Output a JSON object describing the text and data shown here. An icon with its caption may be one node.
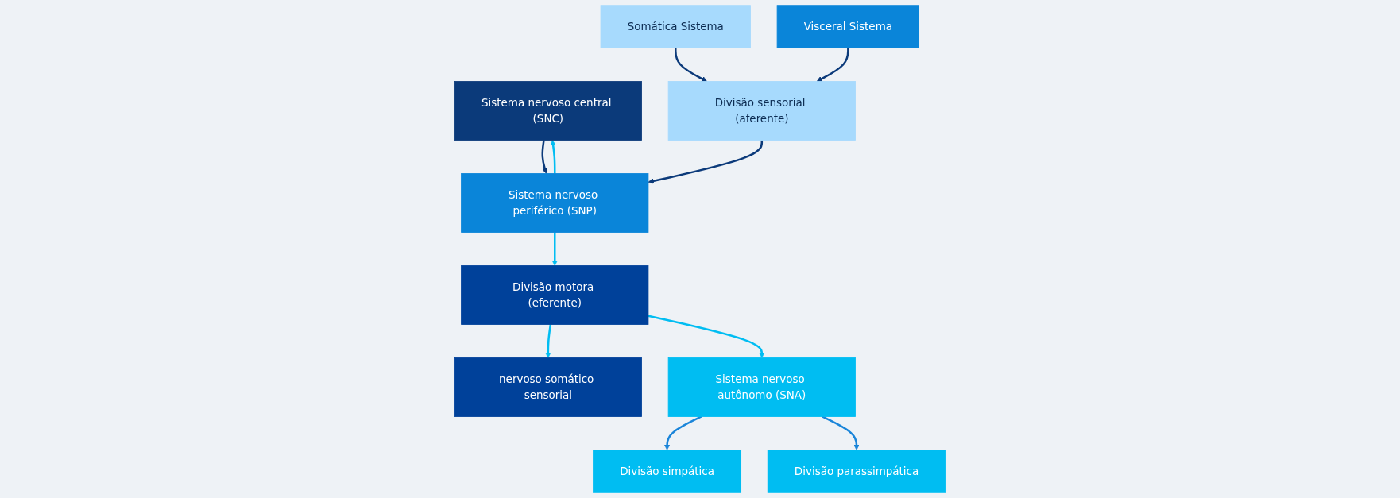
{
  "diagram": {
    "nodes": [
      {
        "text": [
          "Sistema nervoso central (SNC)"
        ]
      },
      {
        "text": [
          "Sistema nervoso periférico (SNP)"
        ]
      },
      {
        "text": [
          "Divisão sensorial (aferente)"
        ]
      },
      {
        "text": [
          "Divisão motora (eferente)"
        ]
      },
      {
        "text": [
          "Somática Sistema"
        ]
      },
      {
        "text": [
          "Visceral Sistema"
        ]
      },
      {
        "text": [
          "nervoso somático sensorial"
        ]
      },
      {
        "text": [
          "Sistema nervoso autônomo (SNA)"
        ]
      },
      {
        "text": [
          "Divisão simpática"
        ]
      },
      {
        "text": [
          "Divisão parassimpática"
        ]
      }
    ],
    "edges": [
      {
        "from": 0,
        "to": 1,
        "arrow": "to",
        "color": "#0b3a7a"
      },
      {
        "from": 1,
        "to": 0,
        "arrow": "to",
        "color": "#00bdf2"
      },
      {
        "from": 2,
        "to": 1,
        "arrow": "to",
        "color": "#0b3a7a"
      },
      {
        "from": 1,
        "to": 3,
        "arrow": "to",
        "color": "#00bdf2"
      },
      {
        "from": 4,
        "to": 2,
        "arrow": "to",
        "color": "#0b3a7a"
      },
      {
        "from": 5,
        "to": 2,
        "arrow": "to",
        "color": "#0b3a7a"
      },
      {
        "from": 3,
        "to": 6,
        "arrow": "to",
        "color": "#00bdf2"
      },
      {
        "from": 3,
        "to": 7,
        "arrow": "to",
        "color": "#00bdf2"
      },
      {
        "from": 7,
        "to": 8,
        "arrow": "to",
        "color": "#1a85d9"
      },
      {
        "from": 7,
        "to": 9,
        "arrow": "to",
        "color": "#1a85d9"
      }
    ]
  }
}
